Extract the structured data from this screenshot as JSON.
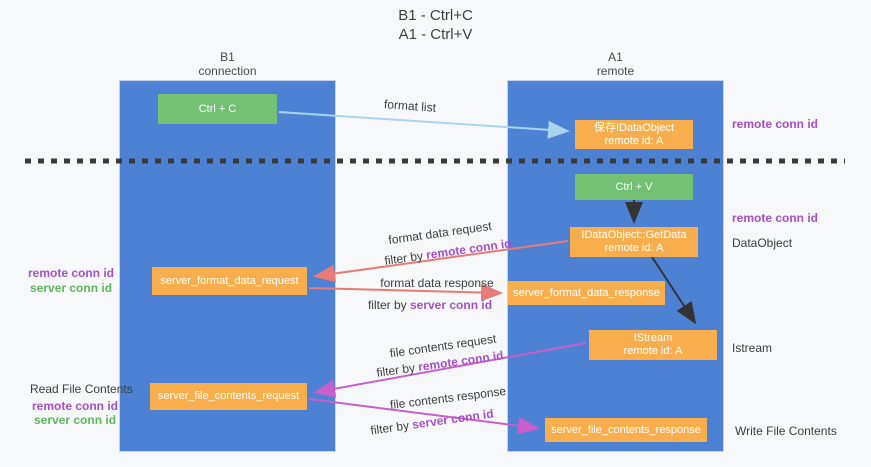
{
  "title": {
    "line1": "B1 - Ctrl+C",
    "line2": "A1 - Ctrl+V"
  },
  "lanes": {
    "left": {
      "name": "B1",
      "sub": "connection"
    },
    "right": {
      "name": "A1",
      "sub": "remote"
    }
  },
  "boxes": {
    "ctrl_c": "Ctrl + C",
    "ctrl_v": "Ctrl + V",
    "save_dataobject": {
      "line1": "保存IDataObject",
      "line2": "remote id: A"
    },
    "getdata": {
      "line1": "IDataObject::GetData",
      "line2": "remote id: A"
    },
    "istream": {
      "line1": "IStream",
      "line2": "remote id: A"
    },
    "format_request": "server_format_data_request",
    "format_response": "server_format_data_response",
    "file_request": "server_file_contents_request",
    "file_response": "server_file_contents_response"
  },
  "arrow_labels": {
    "format_list": "format list",
    "format_data_request": "format data request",
    "format_data_response": "format data response",
    "file_contents_request": "file contents request",
    "file_contents_response": "file contents response",
    "filter_by": "filter by ",
    "remote_conn_id": "remote conn id",
    "server_conn_id": "server conn id"
  },
  "side_labels": {
    "remote_conn_id": "remote conn id",
    "server_conn_id": "server conn id",
    "dataobject": "DataObject",
    "istream": "Istream",
    "read_file_contents": "Read File Contents",
    "write_file_contents": "Write File Contents"
  },
  "colors": {
    "lane_blue": "#4d81d4",
    "box_orange": "#f9ae4e",
    "box_green": "#74c174",
    "arrow_lightblue": "#a8d4f0",
    "arrow_salmon": "#e97a76",
    "arrow_magenta": "#c95fc8",
    "arrow_black": "#333333",
    "text_purple": "#a64fc8",
    "text_green": "#5cb85c",
    "background": "#f7f8f9"
  }
}
